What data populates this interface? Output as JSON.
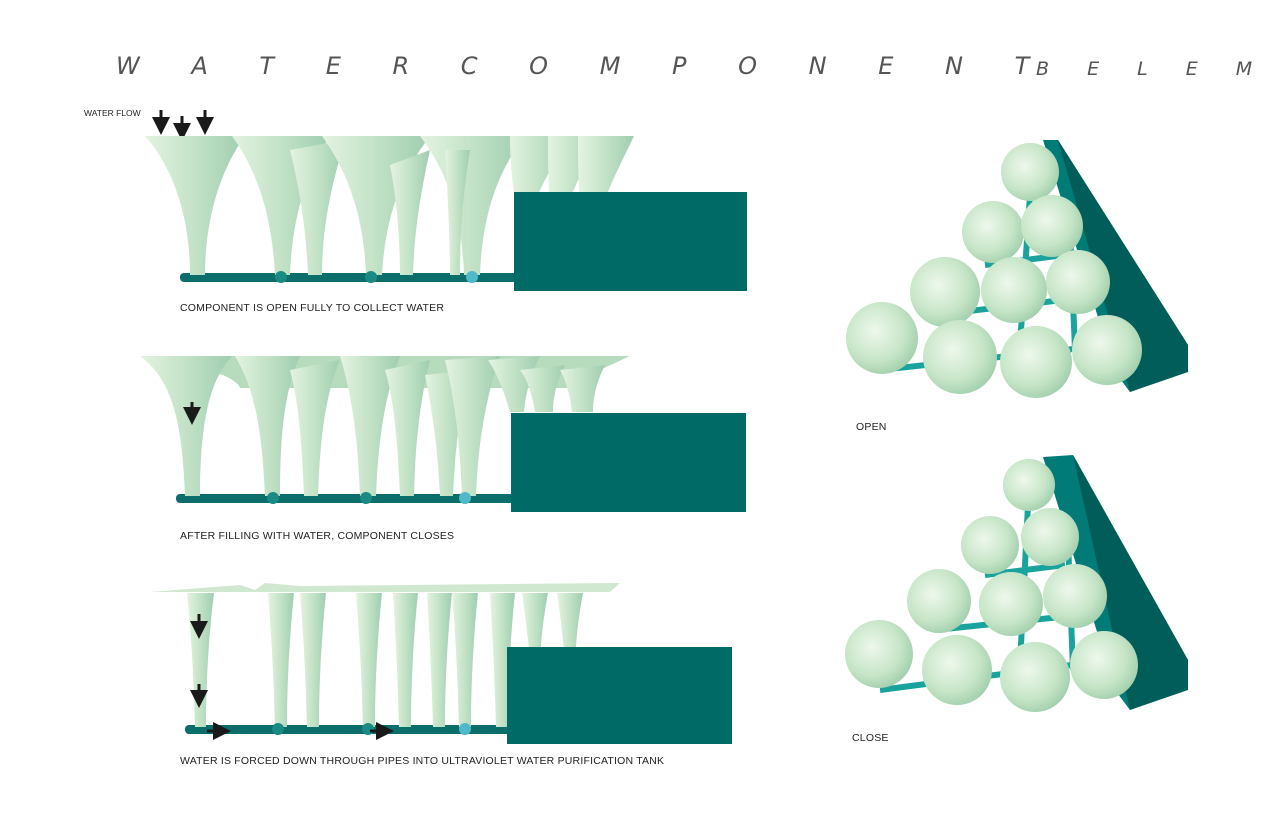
{
  "title": "W A T E R   C O M P O N E N T",
  "location": "B E L E M",
  "water_flow_label": "WATER FLOW",
  "stages": [
    {
      "caption": "COMPONENT IS OPEN FULLY TO COLLECT WATER"
    },
    {
      "caption": "AFTER FILLING WITH WATER, COMPONENT CLOSES"
    },
    {
      "caption": "WATER IS FORCED DOWN THROUGH PIPES INTO ULTRAVIOLET WATER PURIFICATION TANK"
    }
  ],
  "views": [
    {
      "label": "OPEN"
    },
    {
      "label": "CLOSE"
    }
  ],
  "colors": {
    "funnel": "#cfe8cf",
    "funnel_shade": "#a8d3b3",
    "tank": "#006b66",
    "pipe": "#0b6e6b",
    "arrow": "#1a1a1a"
  }
}
